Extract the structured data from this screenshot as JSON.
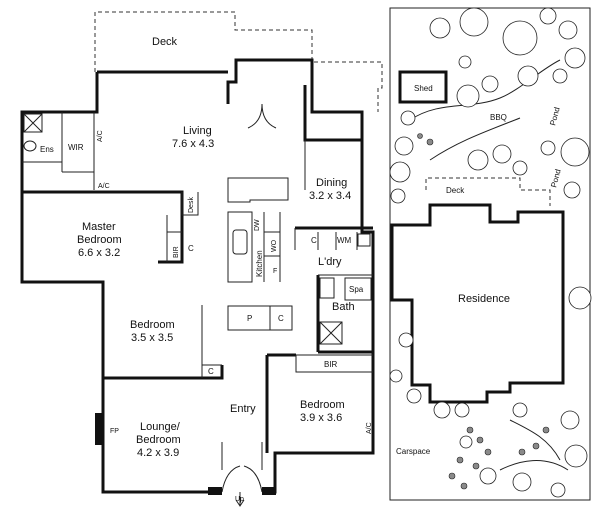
{
  "floor_plan": {
    "rooms": {
      "deck_top": "Deck",
      "living": "Living",
      "living_size": "7.6 x 4.3",
      "dining": "Dining",
      "dining_size": "3.2 x 3.4",
      "ens": "Ens",
      "wir": "WIR",
      "ac_top": "A/C",
      "ac_master": "A/C",
      "desk": "Desk",
      "master": "Master",
      "master2": "Bedroom",
      "master_size": "6.6 x 3.2",
      "bir_master": "BIR",
      "c_master": "C",
      "dw": "DW",
      "kitchen": "Kitchen",
      "wo": "WO",
      "f": "F",
      "c_ldry": "C",
      "wm": "WM",
      "ldry": "L'dry",
      "spa": "Spa",
      "bath": "Bath",
      "bed2": "Bedroom",
      "bed2_size": "3.5 x 3.5",
      "p": "P",
      "c_pantry": "C",
      "c_bed2": "C",
      "bir_bed3": "BIR",
      "bed3": "Bedroom",
      "bed3_size": "3.9 x 3.6",
      "ac_bed3": "A/C",
      "entry": "Entry",
      "lounge": "Lounge/",
      "lounge2": "Bedroom",
      "lounge_size": "4.2 x 3.9",
      "fp": "FP",
      "up": "Up"
    }
  },
  "site_plan": {
    "shed": "Shed",
    "bbq": "BBQ",
    "pond1": "Pond",
    "pond2": "Pond",
    "deck": "Deck",
    "residence": "Residence",
    "carspace": "Carspace"
  }
}
